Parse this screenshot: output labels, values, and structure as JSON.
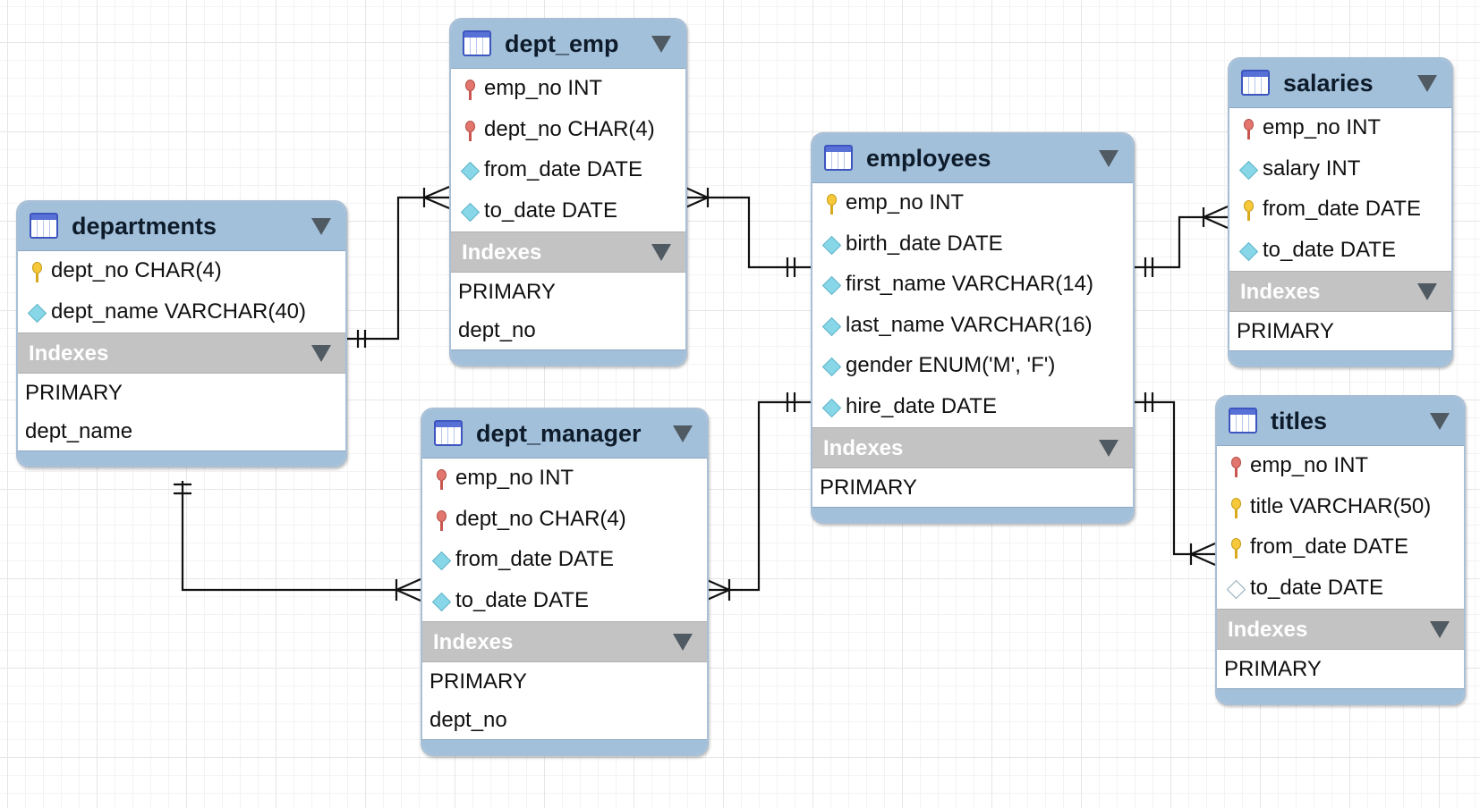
{
  "tables": [
    {
      "id": "departments",
      "name": "departments",
      "columns": [
        {
          "label": "dept_no CHAR(4)",
          "icon": "primary-key-icon"
        },
        {
          "label": "dept_name VARCHAR(40)",
          "icon": "column-diamond-icon"
        }
      ],
      "indexes_label": "Indexes",
      "indexes": [
        "PRIMARY",
        "dept_name"
      ]
    },
    {
      "id": "dept_emp",
      "name": "dept_emp",
      "columns": [
        {
          "label": "emp_no INT",
          "icon": "foreign-key-icon"
        },
        {
          "label": "dept_no CHAR(4)",
          "icon": "foreign-key-icon"
        },
        {
          "label": "from_date DATE",
          "icon": "column-diamond-icon"
        },
        {
          "label": "to_date DATE",
          "icon": "column-diamond-icon"
        }
      ],
      "indexes_label": "Indexes",
      "indexes": [
        "PRIMARY",
        "dept_no"
      ]
    },
    {
      "id": "dept_manager",
      "name": "dept_manager",
      "columns": [
        {
          "label": "emp_no INT",
          "icon": "foreign-key-icon"
        },
        {
          "label": "dept_no CHAR(4)",
          "icon": "foreign-key-icon"
        },
        {
          "label": "from_date DATE",
          "icon": "column-diamond-icon"
        },
        {
          "label": "to_date DATE",
          "icon": "column-diamond-icon"
        }
      ],
      "indexes_label": "Indexes",
      "indexes": [
        "PRIMARY",
        "dept_no"
      ]
    },
    {
      "id": "employees",
      "name": "employees",
      "columns": [
        {
          "label": "emp_no INT",
          "icon": "primary-key-icon"
        },
        {
          "label": "birth_date DATE",
          "icon": "column-diamond-icon"
        },
        {
          "label": "first_name VARCHAR(14)",
          "icon": "column-diamond-icon"
        },
        {
          "label": "last_name VARCHAR(16)",
          "icon": "column-diamond-icon"
        },
        {
          "label": "gender ENUM('M', 'F')",
          "icon": "column-diamond-icon"
        },
        {
          "label": "hire_date DATE",
          "icon": "column-diamond-icon"
        }
      ],
      "indexes_label": "Indexes",
      "indexes": [
        "PRIMARY"
      ]
    },
    {
      "id": "salaries",
      "name": "salaries",
      "columns": [
        {
          "label": "emp_no INT",
          "icon": "foreign-key-icon"
        },
        {
          "label": "salary INT",
          "icon": "column-diamond-icon"
        },
        {
          "label": "from_date DATE",
          "icon": "primary-key-icon"
        },
        {
          "label": "to_date DATE",
          "icon": "column-diamond-icon"
        }
      ],
      "indexes_label": "Indexes",
      "indexes": [
        "PRIMARY"
      ]
    },
    {
      "id": "titles",
      "name": "titles",
      "columns": [
        {
          "label": "emp_no INT",
          "icon": "foreign-key-icon"
        },
        {
          "label": "title VARCHAR(50)",
          "icon": "primary-key-icon"
        },
        {
          "label": "from_date DATE",
          "icon": "primary-key-icon"
        },
        {
          "label": "to_date DATE",
          "icon": "column-nullable-icon"
        }
      ],
      "indexes_label": "Indexes",
      "indexes": [
        "PRIMARY"
      ]
    }
  ],
  "relationships": [
    {
      "from": "departments",
      "to": "dept_emp",
      "cardinality": "one-to-many"
    },
    {
      "from": "departments",
      "to": "dept_manager",
      "cardinality": "one-to-many"
    },
    {
      "from": "employees",
      "to": "dept_emp",
      "cardinality": "one-to-many"
    },
    {
      "from": "employees",
      "to": "dept_manager",
      "cardinality": "one-to-many"
    },
    {
      "from": "employees",
      "to": "salaries",
      "cardinality": "one-to-many"
    },
    {
      "from": "employees",
      "to": "titles",
      "cardinality": "one-to-many"
    }
  ],
  "colors": {
    "header": "#a3c0da",
    "indexes_bar": "#c3c3c3",
    "primary_key": "#f7c93a",
    "foreign_key": "#e2766f",
    "column": "#87d7e8",
    "connector": "#000000"
  }
}
